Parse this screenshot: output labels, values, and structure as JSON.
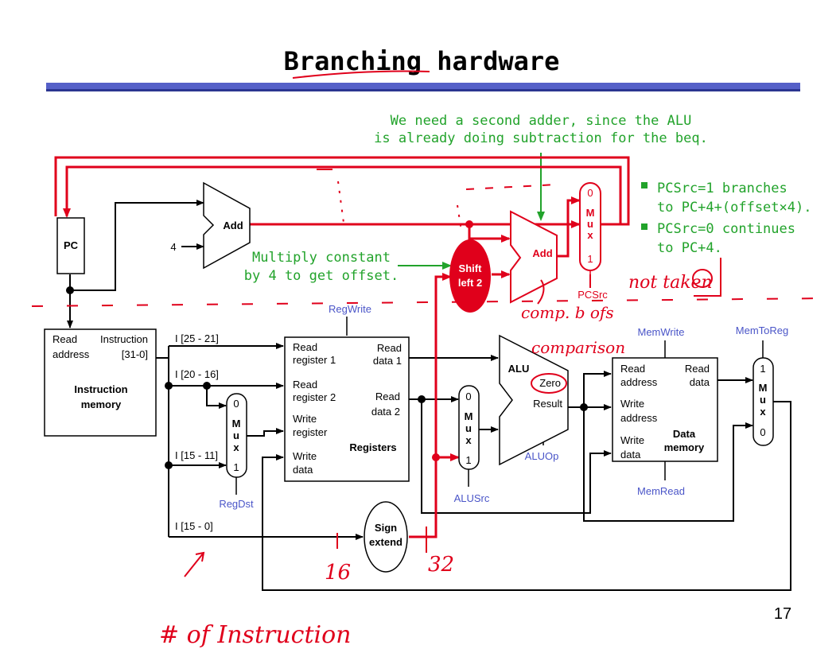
{
  "title": "Branching hardware",
  "slide_number": "17",
  "notes": {
    "adder_note_line1": "We need a second adder, since the ALU",
    "adder_note_line2": "is already doing subtraction for the beq.",
    "multiply_note_line1": "Multiply constant",
    "multiply_note_line2": "by 4 to get offset.",
    "bullet1_line1": "PCSrc=1 branches",
    "bullet1_line2": "to PC+4+(offset×4).",
    "bullet2_line1": "PCSrc=0 continues",
    "bullet2_line2": "to PC+4."
  },
  "blocks": {
    "pc": "PC",
    "add1": "Add",
    "add2": "Add",
    "const4": "4",
    "shift_line1": "Shift",
    "shift_line2": "left 2",
    "sign_line1": "Sign",
    "sign_line2": "extend",
    "alu": "ALU",
    "zero": "Zero",
    "result": "Result",
    "im_read": "Read",
    "im_address": "address",
    "im_instruction": "Instruction",
    "im_bits": "[31-0]",
    "im_name1": "Instruction",
    "im_name2": "memory",
    "reg_rr1a": "Read",
    "reg_rr1b": "register 1",
    "reg_rr2a": "Read",
    "reg_rr2b": "register 2",
    "reg_wra": "Write",
    "reg_wrb": "register",
    "reg_wda": "Write",
    "reg_wdb": "data",
    "reg_rd1a": "Read",
    "reg_rd1b": "data 1",
    "reg_rd2a": "Read",
    "reg_rd2b": "data 2",
    "reg_name": "Registers",
    "dm_ra_a": "Read",
    "dm_ra_b": "address",
    "dm_rd_a": "Read",
    "dm_rd_b": "data",
    "dm_wa_a": "Write",
    "dm_wa_b": "address",
    "dm_wd_a": "Write",
    "dm_wd_b": "data",
    "dm_name1": "Data",
    "dm_name2": "memory"
  },
  "muxes": {
    "pc_mux": {
      "top": "0",
      "bottom": "1",
      "letters": [
        "M",
        "u",
        "x"
      ]
    },
    "regdst_mux": {
      "top": "0",
      "bottom": "1",
      "letters": [
        "M",
        "u",
        "x"
      ]
    },
    "alusrc_mux": {
      "top": "0",
      "bottom": "1",
      "letters": [
        "M",
        "u",
        "x"
      ]
    },
    "memtoreg_mux": {
      "top": "1",
      "bottom": "0",
      "letters": [
        "M",
        "u",
        "x"
      ]
    }
  },
  "fields": {
    "f1": "I [25 - 21]",
    "f2": "I [20 - 16]",
    "f3": "I [15 - 11]",
    "f4": "I [15 - 0]"
  },
  "control": {
    "regwrite": "RegWrite",
    "regdst": "RegDst",
    "alusrc": "ALUSrc",
    "aluop": "ALUOp",
    "memwrite": "MemWrite",
    "memread": "MemRead",
    "memtoreg": "MemToReg",
    "pcsrc": "PCSrc"
  },
  "handwriting": {
    "not_taken": "not taken",
    "comp_b_ofs": "comp. b ofs",
    "comparison": "comparison",
    "n16": "16",
    "n32": "32",
    "instruction_count": "# of Instruction"
  },
  "colors": {
    "red": "#e0001b",
    "green": "#22a32b",
    "blue": "#4a55c8",
    "banner": "#5560c8"
  }
}
